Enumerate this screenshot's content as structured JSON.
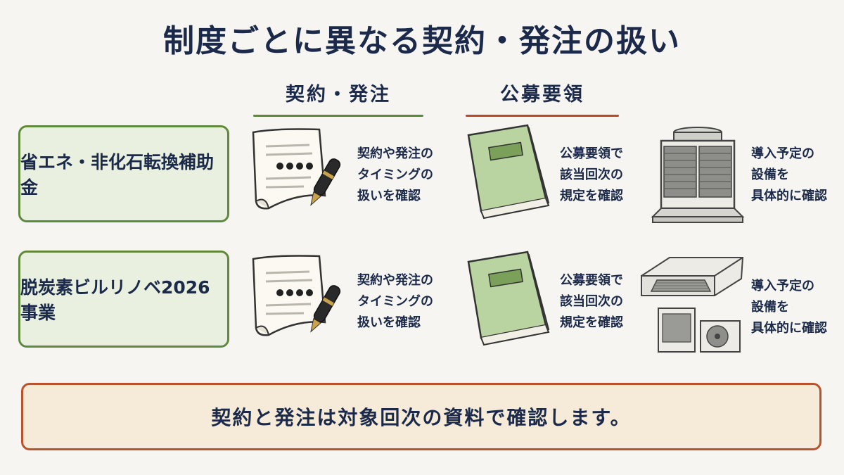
{
  "title": "制度ごとに異なる契約・発注の扱い",
  "columns": {
    "contract": "契約・発注",
    "guidelines": "公募要領"
  },
  "rows": [
    {
      "program": "省エネ・非化石転換補助金",
      "contract_note": [
        "契約や発注の",
        "タイミングの",
        "扱いを確認"
      ],
      "guidelines_note": [
        "公募要領で",
        "該当回次の",
        "規定を確認"
      ],
      "equipment_note": [
        "導入予定の",
        "設備を",
        "具体的に確認"
      ],
      "equipment_icon": "rooftop-hvac-unit-icon"
    },
    {
      "program": "脱炭素ビルリノベ2026事業",
      "contract_note": [
        "契約や発注の",
        "タイミングの",
        "扱いを確認"
      ],
      "guidelines_note": [
        "公募要領で",
        "該当回次の",
        "規定を確認"
      ],
      "equipment_note": [
        "導入予定の",
        "設備を",
        "具体的に確認"
      ],
      "equipment_icon": "ceiling-cassette-ac-icon"
    }
  ],
  "summary": "契約と発注は対象回次の資料で確認します。",
  "colors": {
    "navy": "#1b2a4a",
    "green": "#5f8a3c",
    "rust": "#b8532e",
    "book_green": "#b9d3a1"
  }
}
